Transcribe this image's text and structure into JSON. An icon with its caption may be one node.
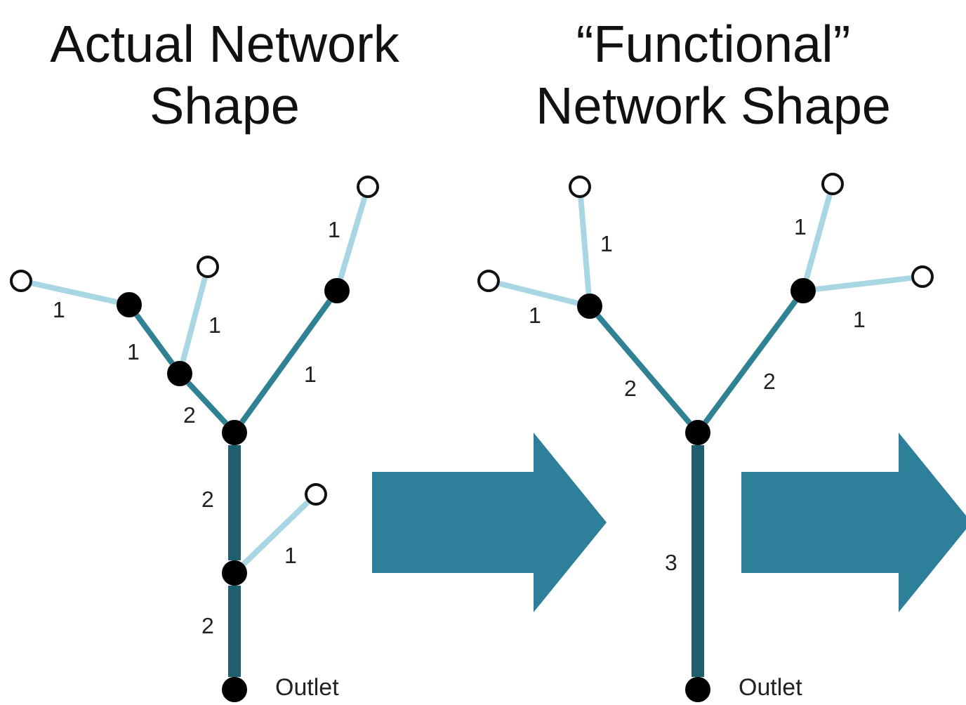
{
  "diagram": {
    "nodes": [
      {
        "text": [],
        "shape": "circle"
      },
      {
        "text": [],
        "shape": "dot"
      },
      {
        "text": [],
        "shape": "circle"
      },
      {
        "text": [],
        "shape": "dot"
      },
      {
        "text": [],
        "shape": "circle"
      },
      {
        "text": [],
        "shape": "dot"
      },
      {
        "text": [],
        "shape": "dot"
      },
      {
        "text": [],
        "shape": "circle"
      },
      {
        "text": [],
        "shape": "dot"
      },
      {
        "text": [],
        "shape": "dot",
        "beside": [
          "Outlet"
        ]
      },
      {
        "text": [],
        "shape": "circle"
      },
      {
        "text": [],
        "shape": "circle"
      },
      {
        "text": [],
        "shape": "dot"
      },
      {
        "text": [],
        "shape": "circle"
      },
      {
        "text": [],
        "shape": "circle"
      },
      {
        "text": [],
        "shape": "dot"
      },
      {
        "text": [],
        "shape": "dot"
      },
      {
        "text": [],
        "shape": "dot",
        "beside": [
          "Outlet"
        ]
      }
    ],
    "edges": [
      {
        "from": 0,
        "to": 1,
        "arrow": "none",
        "label": "1"
      },
      {
        "from": 2,
        "to": 3,
        "arrow": "none",
        "label": "1"
      },
      {
        "from": 1,
        "to": 3,
        "arrow": "none",
        "label": "1",
        "color": "#2f8294"
      },
      {
        "from": 3,
        "to": 6,
        "arrow": "none",
        "label": "2",
        "color": "#2f8294"
      },
      {
        "from": 4,
        "to": 5,
        "arrow": "none",
        "label": "1"
      },
      {
        "from": 5,
        "to": 6,
        "arrow": "none",
        "label": "1",
        "color": "#2f8294"
      },
      {
        "from": 6,
        "to": 8,
        "arrow": "none",
        "label": "2",
        "color": "#1f5f6e",
        "style": "thick"
      },
      {
        "from": 7,
        "to": 8,
        "arrow": "none",
        "label": "1"
      },
      {
        "from": 8,
        "to": 9,
        "arrow": "none",
        "label": "2",
        "color": "#1f5f6e",
        "style": "thick"
      },
      {
        "from": 10,
        "to": 12,
        "arrow": "none",
        "label": "1"
      },
      {
        "from": 11,
        "to": 12,
        "arrow": "none",
        "label": "1"
      },
      {
        "from": 12,
        "to": 16,
        "arrow": "none",
        "label": "2",
        "color": "#2f8294"
      },
      {
        "from": 13,
        "to": 15,
        "arrow": "none",
        "label": "1"
      },
      {
        "from": 14,
        "to": 15,
        "arrow": "none",
        "label": "1"
      },
      {
        "from": 15,
        "to": 16,
        "arrow": "none",
        "label": "2",
        "color": "#2f8294"
      },
      {
        "from": 16,
        "to": 17,
        "arrow": "none",
        "label": "3",
        "color": "#1f5f6e",
        "style": "thick"
      }
    ],
    "labels": [
      "Actual Network Shape",
      "“Functional” Network Shape"
    ]
  }
}
